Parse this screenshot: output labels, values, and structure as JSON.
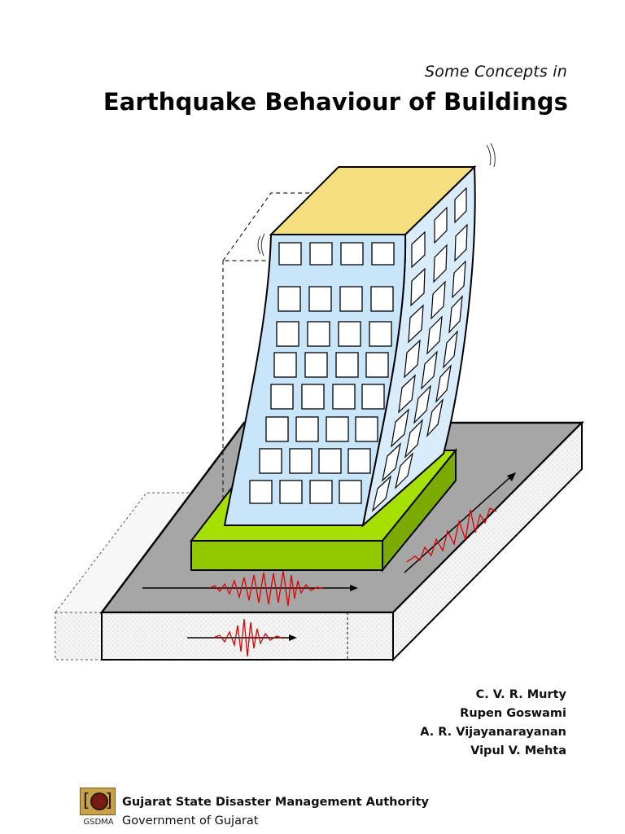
{
  "header": {
    "subtitle": "Some Concepts in",
    "title": "Earthquake Behaviour of Buildings"
  },
  "authors": [
    "C. V. R. Murty",
    "Rupen Goswami",
    "A. R. Vijayanarayanan",
    "Vipul V. Mehta"
  ],
  "footer": {
    "logo_text": "GSDMA",
    "organization": "Gujarat State Disaster Management Authority",
    "government": "Government of Gujarat"
  },
  "colors": {
    "roof": "#f6df7e",
    "facade": "#cfe8fb",
    "foundation": "#94cc00",
    "ground": "#a6a6a6",
    "wave": "#e00000"
  }
}
